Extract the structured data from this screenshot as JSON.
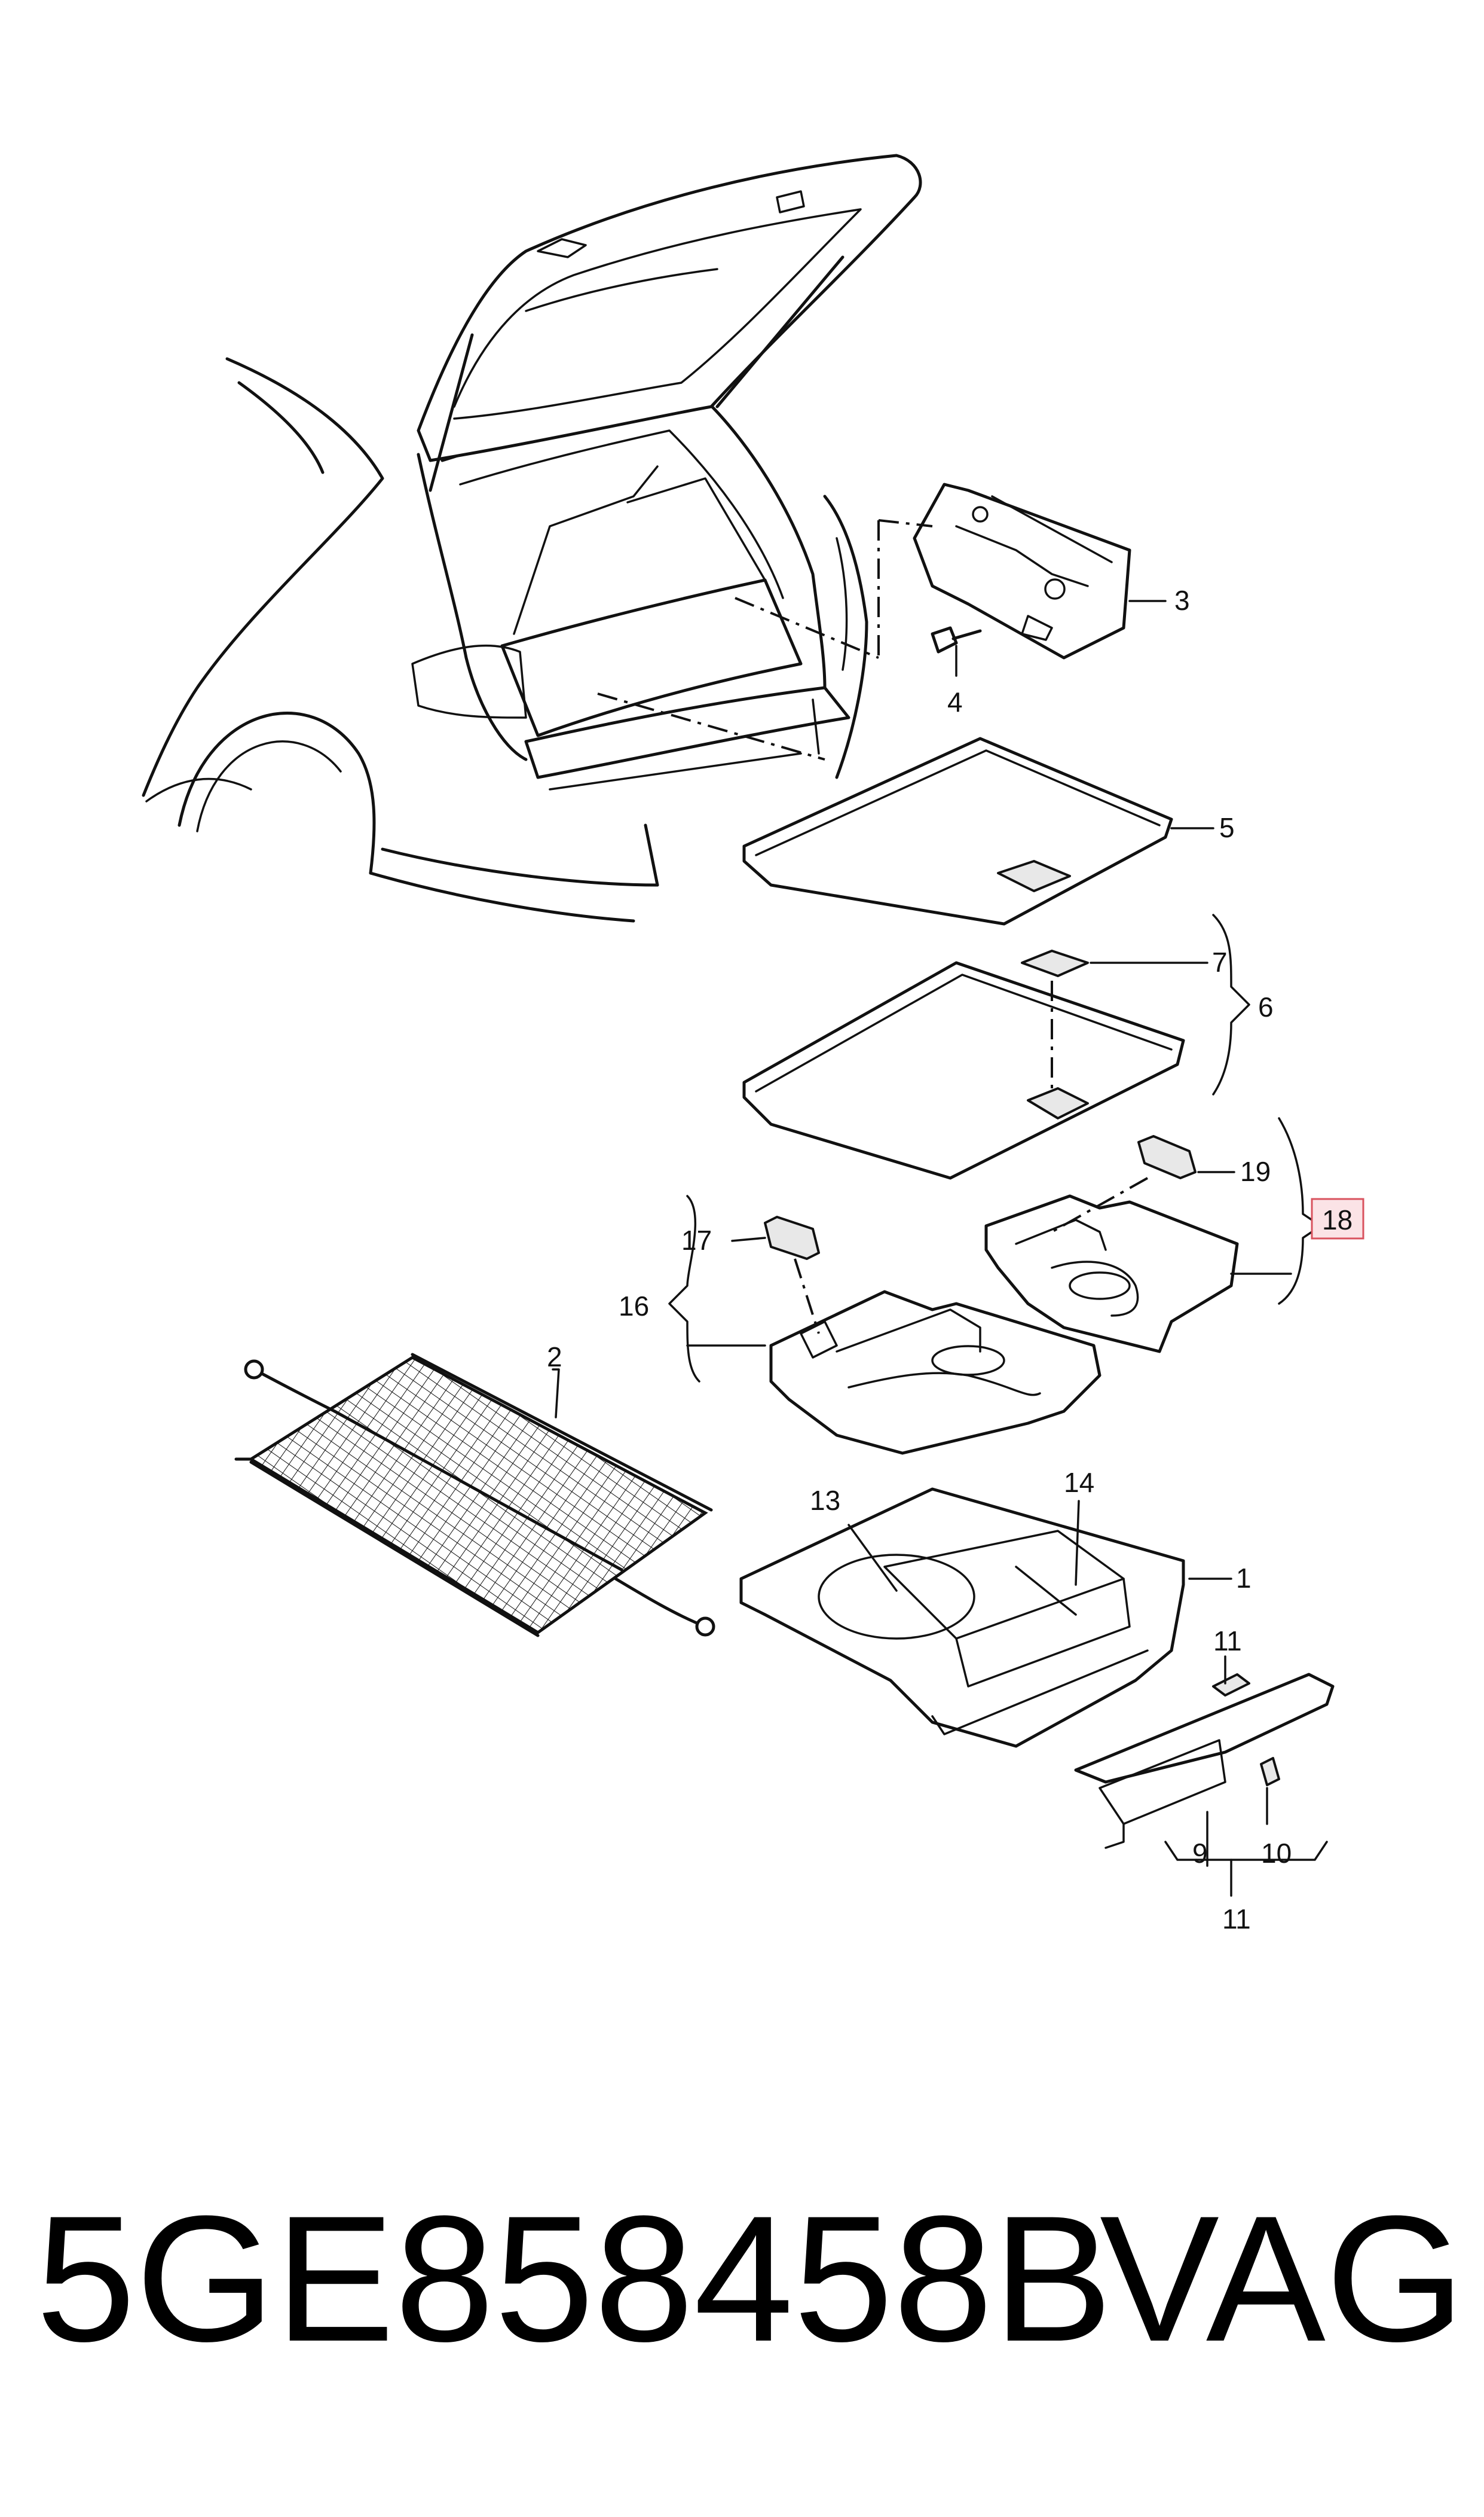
{
  "callouts": [
    {
      "id": "c1",
      "text": "1"
    },
    {
      "id": "c2",
      "text": "2"
    },
    {
      "id": "c3",
      "text": "3"
    },
    {
      "id": "c4",
      "text": "4"
    },
    {
      "id": "c5",
      "text": "5"
    },
    {
      "id": "c6",
      "text": "6"
    },
    {
      "id": "c7",
      "text": "7"
    },
    {
      "id": "c9",
      "text": "9"
    },
    {
      "id": "c10a",
      "text": "10"
    },
    {
      "id": "c11a",
      "text": "11"
    },
    {
      "id": "c11b",
      "text": "11"
    },
    {
      "id": "c13",
      "text": "13"
    },
    {
      "id": "c14",
      "text": "14"
    },
    {
      "id": "c16",
      "text": "16"
    },
    {
      "id": "c17",
      "text": "17"
    },
    {
      "id": "c18",
      "text": "18"
    },
    {
      "id": "c19",
      "text": "19"
    }
  ],
  "highlighted_callout": "18",
  "footer": {
    "part_number": "5GE858458B",
    "brand": "VAG"
  }
}
